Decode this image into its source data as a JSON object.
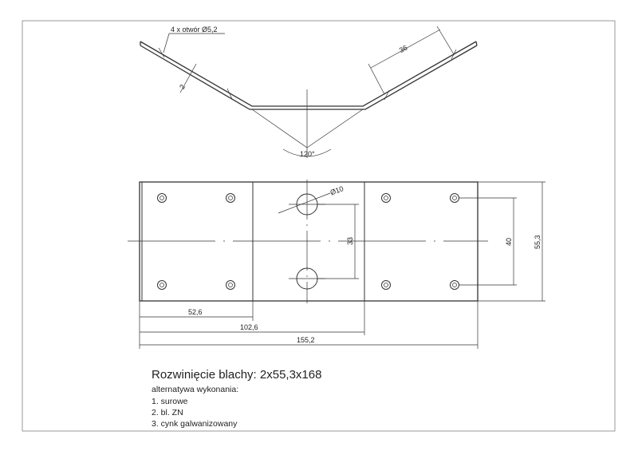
{
  "drawing": {
    "top_view": {
      "holes_label": "4 x otwór Ø5,2",
      "dim_flange": "36",
      "dim_thickness": "2",
      "angle_label": "120°"
    },
    "plan_view": {
      "hole_center_label": "Ø10",
      "dim_center_holes": "33",
      "dim_side_holes": "40",
      "dim_height": "55,3",
      "dim_bend1": "52,6",
      "dim_bend2": "102,6",
      "dim_total": "155,2"
    },
    "caption": {
      "title": "Rozwinięcie blachy: 2x55,3x168",
      "subtitle": "alternatywa wykonania:",
      "options": [
        "1. surowe",
        "2. bl. ZN",
        "3. cynk galwanizowany"
      ]
    }
  },
  "colors": {
    "line": "#333333",
    "frame": "#999999",
    "text": "#222222"
  }
}
